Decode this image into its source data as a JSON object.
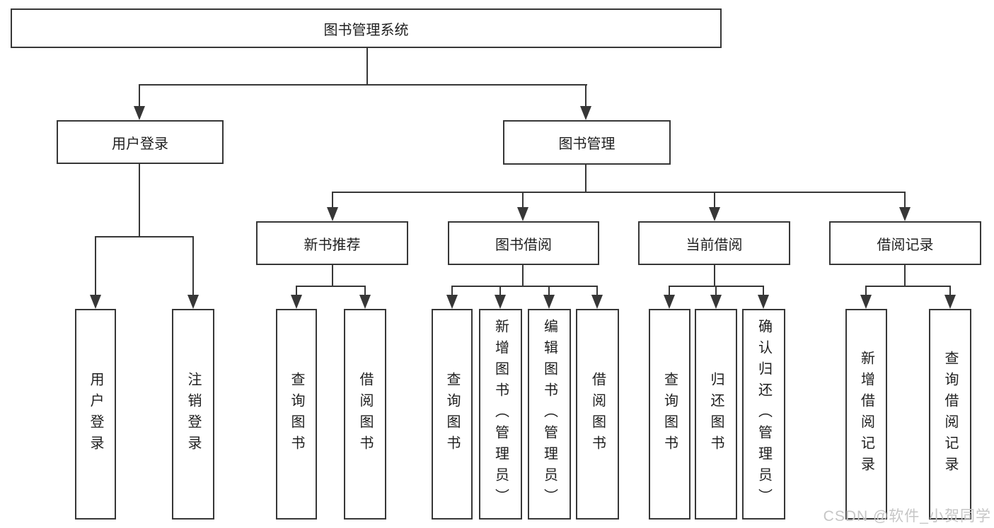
{
  "diagram": {
    "root_label": "图书管理系统",
    "level2": {
      "user_login": "用户登录",
      "book_management": "图书管理"
    },
    "level3": {
      "new_book_recommend": "新书推荐",
      "book_borrow": "图书借阅",
      "current_borrow": "当前借阅",
      "borrow_records": "借阅记录"
    },
    "leaves": {
      "user_login": [
        "用户登录",
        "注销登录"
      ],
      "new_book_recommend": [
        "查询图书",
        "借阅图书"
      ],
      "book_borrow": [
        "查询图书",
        "新增图书（管理员）",
        "编辑图书（管理员）",
        "借阅图书"
      ],
      "current_borrow": [
        "查询图书",
        "归还图书",
        "确认归还（管理员）"
      ],
      "borrow_records": [
        "新增借阅记录",
        "查询借阅记录"
      ]
    }
  },
  "watermark": "CSDN @软件_小贺同学",
  "colors": {
    "line": "#373737",
    "text": "#1f1f1f",
    "watermark": "#c6c6c6",
    "background": "#ffffff"
  }
}
